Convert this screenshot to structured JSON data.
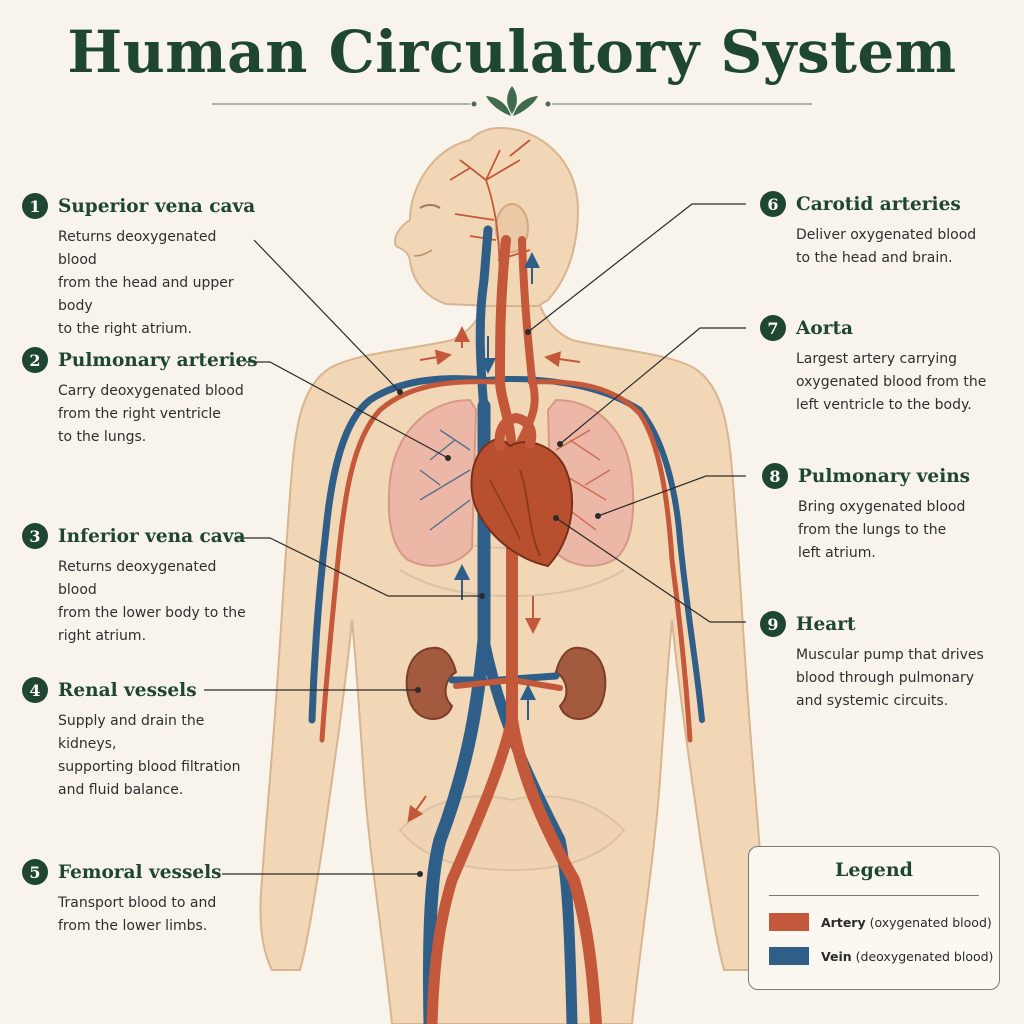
{
  "title": "Human Circulatory System",
  "colors": {
    "artery": "#c4583a",
    "vein": "#2f5f88",
    "accent": "#1f4630",
    "skin": "#efd4b2",
    "lung": "#ecb7a6",
    "kidney": "#a45a3e",
    "heart": "#b8502f"
  },
  "labels": [
    {
      "num": "1",
      "title": "Superior vena cava",
      "desc": "Returns deoxygenated blood\nfrom the head and upper body\nto the right atrium."
    },
    {
      "num": "2",
      "title": "Pulmonary arteries",
      "desc": "Carry deoxygenated blood\nfrom the right ventricle\nto the lungs."
    },
    {
      "num": "3",
      "title": "Inferior vena cava",
      "desc": "Returns deoxygenated blood\nfrom the lower body to the\nright atrium."
    },
    {
      "num": "4",
      "title": "Renal vessels",
      "desc": "Supply and drain the kidneys,\nsupporting blood filtration\nand fluid balance."
    },
    {
      "num": "5",
      "title": "Femoral vessels",
      "desc": "Transport blood to and\nfrom the lower limbs."
    },
    {
      "num": "6",
      "title": "Carotid arteries",
      "desc": "Deliver oxygenated blood\nto the head and brain."
    },
    {
      "num": "7",
      "title": "Aorta",
      "desc": "Largest artery carrying\noxygenated blood from the\nleft ventricle to the body."
    },
    {
      "num": "8",
      "title": "Pulmonary veins",
      "desc": "Bring oxygenated blood\nfrom the lungs to the\nleft atrium."
    },
    {
      "num": "9",
      "title": "Heart",
      "desc": "Muscular pump that drives\nblood through pulmonary\nand systemic circuits."
    }
  ],
  "legend": {
    "title": "Legend",
    "items": [
      {
        "name": "Artery",
        "detail": "(oxygenated blood)",
        "color": "#c4583a"
      },
      {
        "name": "Vein",
        "detail": "(deoxygenated blood)",
        "color": "#2f5f88"
      }
    ]
  }
}
